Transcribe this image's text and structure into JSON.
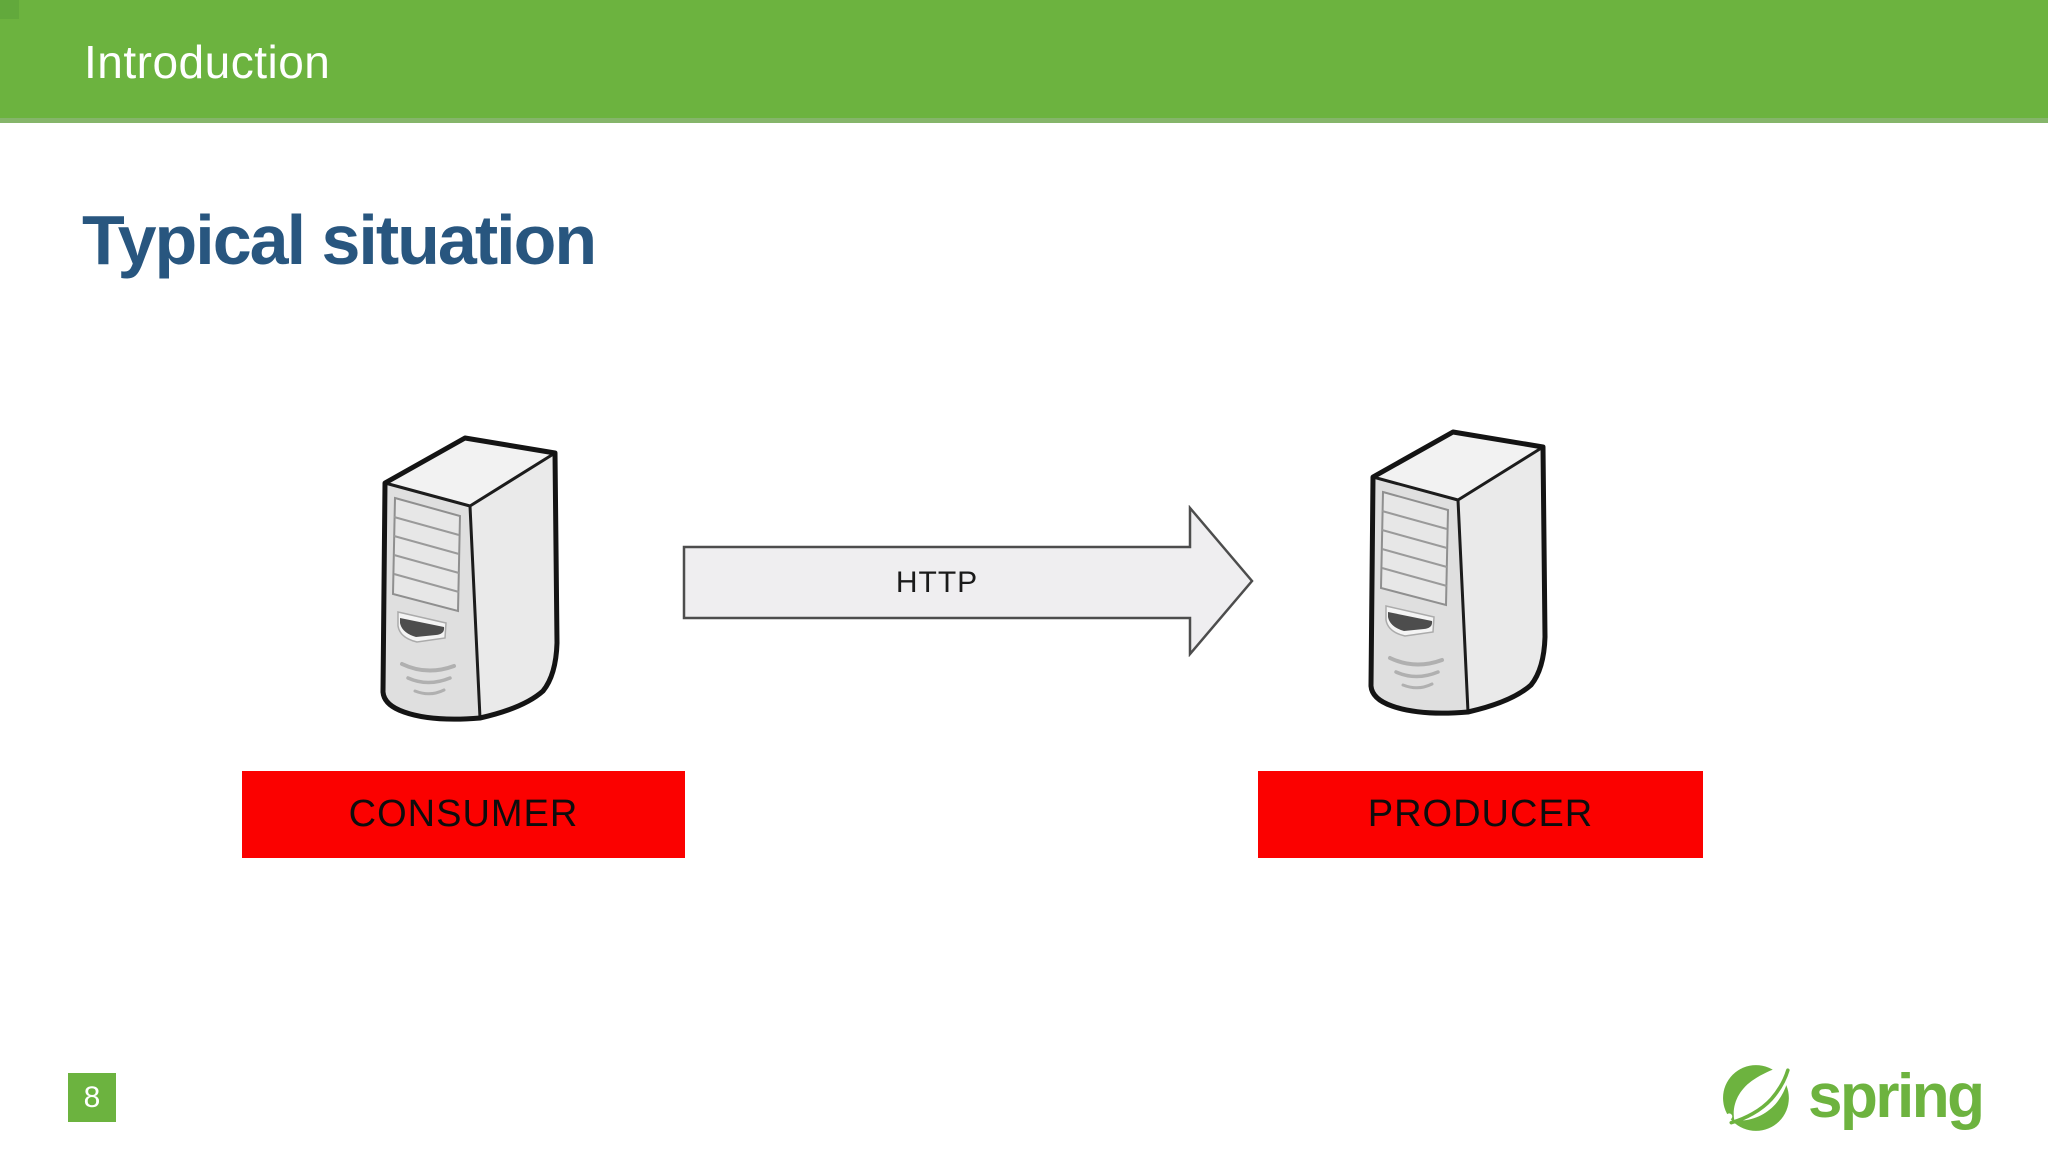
{
  "slide": {
    "header": {
      "label": "Introduction"
    },
    "title": "Typical situation",
    "diagram": {
      "arrow_label": "HTTP",
      "consumer_label": "CONSUMER",
      "producer_label": "PRODUCER",
      "nodes": [
        {
          "id": "consumer",
          "icon": "server-tower-icon",
          "label": "CONSUMER"
        },
        {
          "id": "producer",
          "icon": "server-tower-icon",
          "label": "PRODUCER"
        }
      ],
      "connection": {
        "from": "consumer",
        "to": "producer",
        "label": "HTTP",
        "direction": "right"
      }
    },
    "footer": {
      "page_number": "8",
      "logo_text": "spring"
    },
    "colors": {
      "header_green": "#6CB33F",
      "header_edge_green": "#85B56A",
      "header_corner_green": "#62A93C",
      "title_blue": "#28567F",
      "label_red": "#FB0100",
      "spring_green": "#6DB33F",
      "arrow_fill": "#EFEEF0",
      "arrow_outline": "#4D4D4D"
    }
  }
}
